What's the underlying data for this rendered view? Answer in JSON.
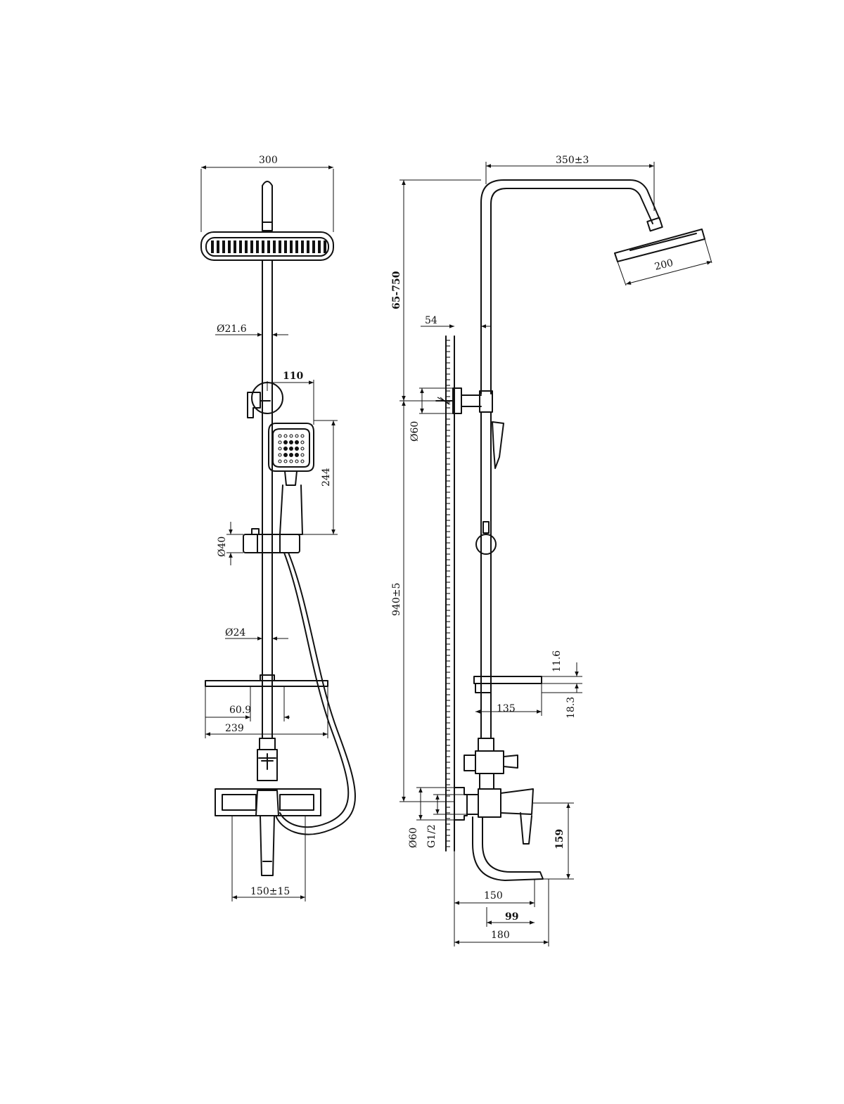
{
  "front_view": {
    "overhead_width": "300",
    "rail_diameter": "Ø21.6",
    "holder_offset": "110",
    "handshower_length": "244",
    "slider_diameter": "Ø40",
    "pipe_diameter": "Ø24",
    "shelf_inner": "60.9",
    "shelf_width": "239",
    "mixer_spacing": "150±15"
  },
  "side_view": {
    "arm_reach": "350±3",
    "head_diameter": "200",
    "height_adjust": "65-750",
    "wall_offset": "54",
    "flange_top": "Ø60",
    "total_height": "940±5",
    "shelf_thickness_top": "11.6",
    "shelf_thickness": "18.3",
    "shelf_depth": "135",
    "flange_bottom": "Ø60",
    "thread": "G1/2",
    "spout_height": "159",
    "spout_150": "150",
    "spout_99": "99",
    "spout_180": "180"
  }
}
